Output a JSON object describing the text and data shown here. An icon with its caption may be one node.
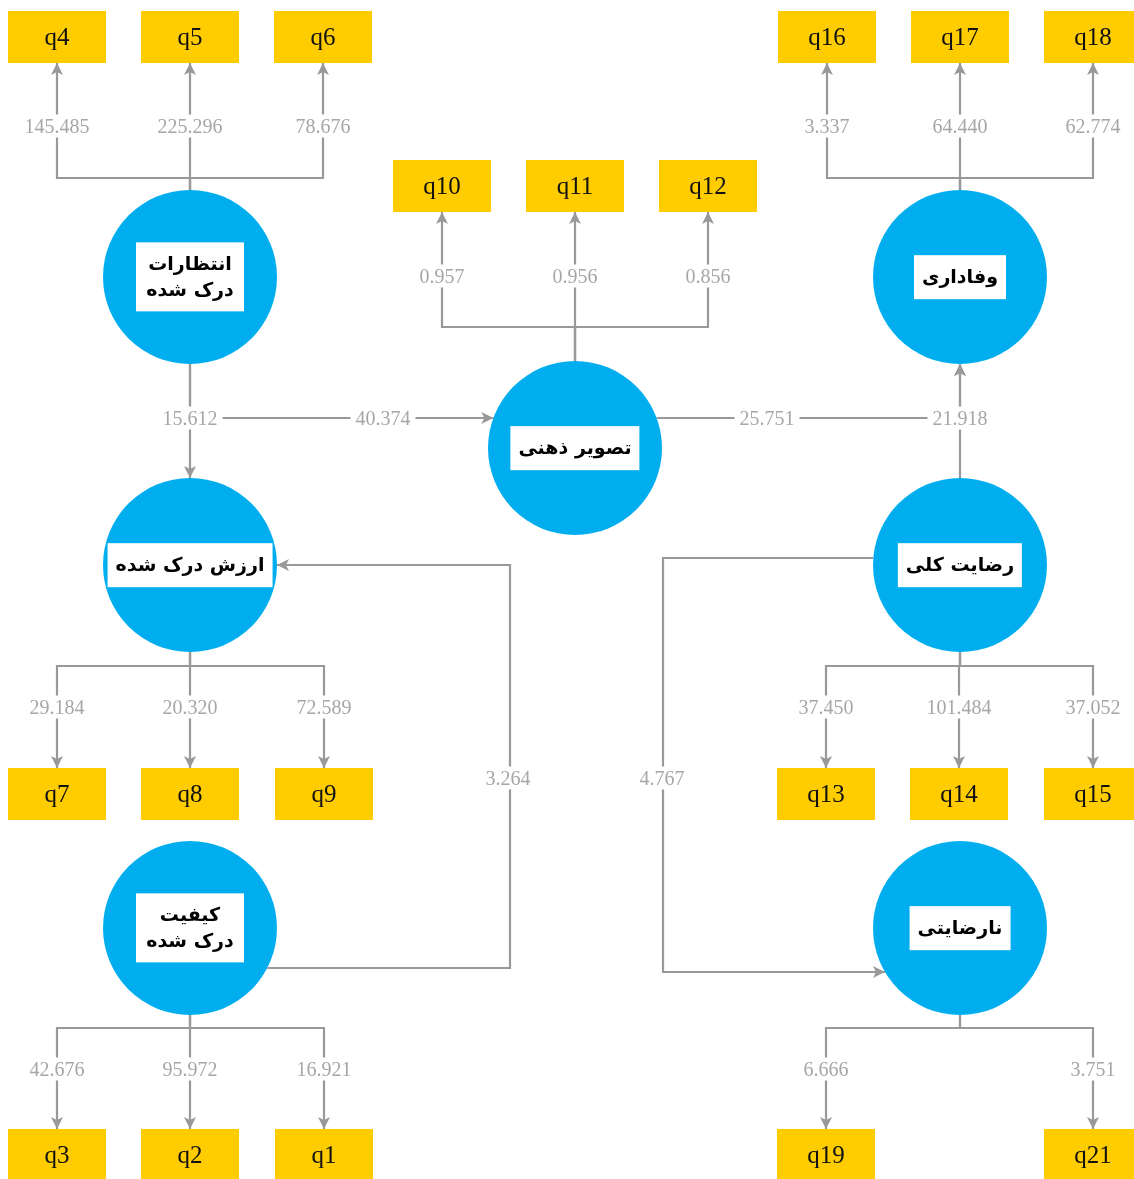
{
  "diagram": {
    "nodes": [
      {
        "text": [
          "q4"
        ]
      },
      {
        "text": [
          "q5"
        ]
      },
      {
        "text": [
          "q6"
        ]
      },
      {
        "text": [
          "q16"
        ]
      },
      {
        "text": [
          "q17"
        ]
      },
      {
        "text": [
          "q18"
        ]
      },
      {
        "text": [
          "انتظارات درک شده"
        ]
      },
      {
        "text": [
          "q10"
        ]
      },
      {
        "text": [
          "q11"
        ]
      },
      {
        "text": [
          "q12"
        ]
      },
      {
        "text": [
          "وفاداری"
        ]
      },
      {
        "text": [
          "تصویر ذهنی"
        ]
      },
      {
        "text": [
          "ارزش درک شده"
        ]
      },
      {
        "text": [
          "رضایت کلی"
        ]
      },
      {
        "text": [
          "q7"
        ]
      },
      {
        "text": [
          "q8"
        ]
      },
      {
        "text": [
          "q9"
        ]
      },
      {
        "text": [
          "q13"
        ]
      },
      {
        "text": [
          "q14"
        ]
      },
      {
        "text": [
          "q15"
        ]
      },
      {
        "text": [
          "کیفیت درک شده"
        ]
      },
      {
        "text": [
          "نارضایتی"
        ]
      },
      {
        "text": [
          "q3"
        ]
      },
      {
        "text": [
          "q2"
        ]
      },
      {
        "text": [
          "q1"
        ]
      },
      {
        "text": [
          "q19"
        ]
      },
      {
        "text": [
          "q21"
        ]
      }
    ],
    "edges": [
      {
        "from": 6,
        "to": 0,
        "arrow": "to",
        "label": "145.485"
      },
      {
        "from": 6,
        "to": 1,
        "arrow": "to",
        "label": "225.296"
      },
      {
        "from": 6,
        "to": 2,
        "arrow": "to",
        "label": "78.676"
      },
      {
        "from": 10,
        "to": 3,
        "arrow": "to",
        "label": "3.337"
      },
      {
        "from": 10,
        "to": 4,
        "arrow": "to",
        "label": "64.440"
      },
      {
        "from": 10,
        "to": 5,
        "arrow": "to",
        "label": "62.774"
      },
      {
        "from": 11,
        "to": 7,
        "arrow": "to",
        "label": "0.957"
      },
      {
        "from": 11,
        "to": 8,
        "arrow": "to",
        "label": "0.956"
      },
      {
        "from": 11,
        "to": 9,
        "arrow": "to",
        "label": "0.856"
      },
      {
        "from": 6,
        "to": 12,
        "arrow": "to",
        "label": "15.612"
      },
      {
        "from": 6,
        "to": 11,
        "arrow": "to",
        "label": "40.374"
      },
      {
        "from": 11,
        "to": 10,
        "arrow": "to",
        "label": "25.751"
      },
      {
        "from": 13,
        "to": 10,
        "arrow": "to",
        "label": "21.918"
      },
      {
        "from": 12,
        "to": 14,
        "arrow": "to",
        "label": "29.184"
      },
      {
        "from": 12,
        "to": 15,
        "arrow": "to",
        "label": "20.320"
      },
      {
        "from": 12,
        "to": 16,
        "arrow": "to",
        "label": "72.589"
      },
      {
        "from": 13,
        "to": 17,
        "arrow": "to",
        "label": "37.450"
      },
      {
        "from": 13,
        "to": 18,
        "arrow": "to",
        "label": "101.484"
      },
      {
        "from": 13,
        "to": 19,
        "arrow": "to",
        "label": "37.052"
      },
      {
        "from": 20,
        "to": 12,
        "arrow": "to",
        "label": "3.264"
      },
      {
        "from": 13,
        "to": 21,
        "arrow": "to",
        "label": "4.767"
      },
      {
        "from": 20,
        "to": 22,
        "arrow": "to",
        "label": "42.676"
      },
      {
        "from": 20,
        "to": 23,
        "arrow": "to",
        "label": "95.972"
      },
      {
        "from": 20,
        "to": 24,
        "arrow": "to",
        "label": "16.921"
      },
      {
        "from": 21,
        "to": 25,
        "arrow": "to",
        "label": "6.666"
      },
      {
        "from": 21,
        "to": 26,
        "arrow": "to",
        "label": "3.751"
      }
    ]
  }
}
